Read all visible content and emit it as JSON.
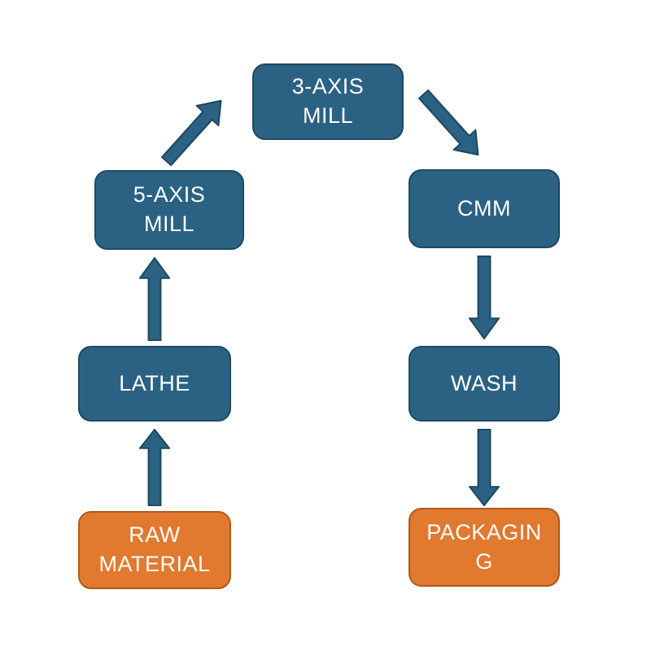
{
  "diagram_title": "",
  "nodes": {
    "three_axis_mill": {
      "label": "3-AXIS MILL",
      "color": "blue"
    },
    "five_axis_mill": {
      "label": "5-AXIS MILL",
      "color": "blue"
    },
    "cmm": {
      "label": "CMM",
      "color": "blue"
    },
    "lathe": {
      "label": "LATHE",
      "color": "blue"
    },
    "wash": {
      "label": "WASH",
      "color": "blue"
    },
    "raw_material": {
      "label": "RAW MATERIAL",
      "color": "orange"
    },
    "packaging": {
      "label": "PACKAGING",
      "color": "orange"
    }
  },
  "edges": [
    {
      "from": "raw_material",
      "to": "lathe",
      "direction": "up"
    },
    {
      "from": "lathe",
      "to": "five_axis_mill",
      "direction": "up"
    },
    {
      "from": "five_axis_mill",
      "to": "three_axis_mill",
      "direction": "up-right"
    },
    {
      "from": "three_axis_mill",
      "to": "cmm",
      "direction": "down-right"
    },
    {
      "from": "cmm",
      "to": "wash",
      "direction": "down"
    },
    {
      "from": "wash",
      "to": "packaging",
      "direction": "down"
    }
  ],
  "colors": {
    "node_blue": "#2B6284",
    "node_blue_border": "#1C4A63",
    "node_orange": "#E1792F",
    "node_orange_border": "#B05A1C",
    "arrow_fill": "#2B6284",
    "arrow_border": "#1C4A63",
    "label_text": "#FFFFFF",
    "background": "#FFFFFF"
  }
}
